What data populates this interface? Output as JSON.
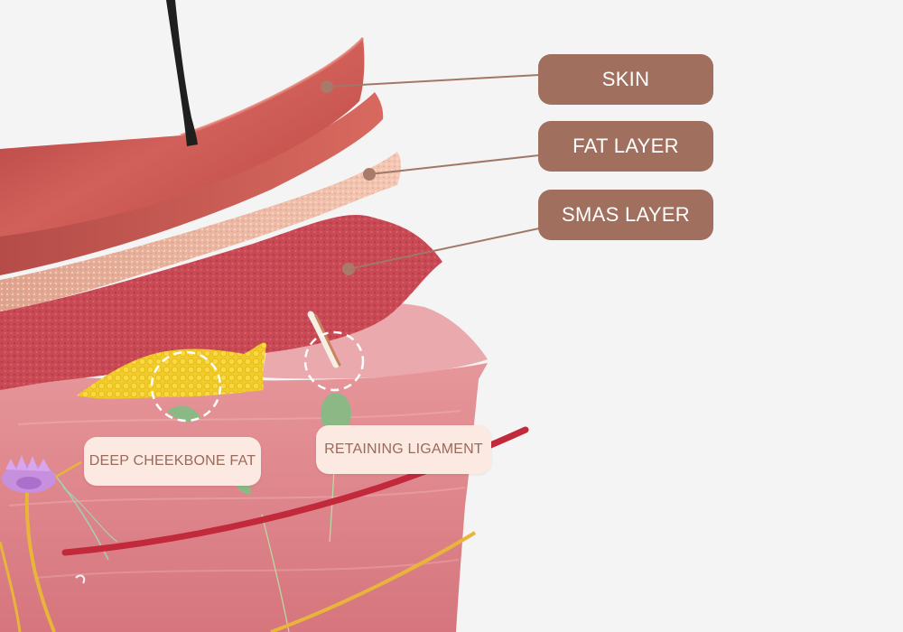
{
  "labels": {
    "skin": "SKIN",
    "fat_layer": "FAT LAYER",
    "smas_layer": "SMAS LAYER",
    "deep_cheekbone_fat": "DEEP CHEEKBONE FAT",
    "retaining_ligament": "RETAINING LIGAMENT"
  },
  "colors": {
    "background": "#f4f4f4",
    "layer_label_bg": "#a06f5e",
    "layer_label_text": "#ffffff",
    "tag_label_bg": "#fbe9e2",
    "tag_label_text": "#9a6a5a",
    "leader_line": "#a07868",
    "skin": "#c9514f",
    "fat": "#eab5a0",
    "smas": "#c94a55",
    "muscle": "#e08a8e",
    "deep_fat": "#f2cc2a",
    "ligament": "#8cb886",
    "nerve": "#e8b53a",
    "vessel": "#c22a3c",
    "hair": "#1f1f1f"
  }
}
